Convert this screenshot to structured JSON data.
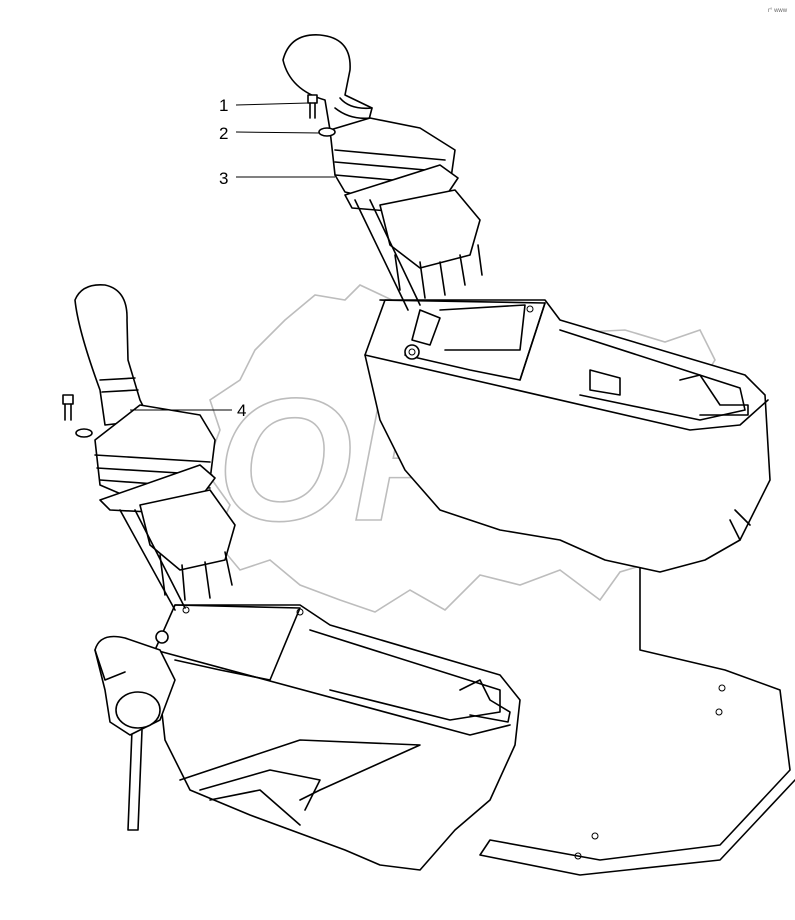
{
  "watermark": {
    "text": "OPEX",
    "color": "#bdbdbd"
  },
  "corner_mark": "r° www",
  "callouts": [
    {
      "id": "1",
      "label": "1"
    },
    {
      "id": "2",
      "label": "2"
    },
    {
      "id": "3",
      "label": "3"
    },
    {
      "id": "4",
      "label": "4"
    }
  ],
  "colors": {
    "line": "#000000",
    "background": "#ffffff",
    "watermark": "#bdbdbd"
  }
}
